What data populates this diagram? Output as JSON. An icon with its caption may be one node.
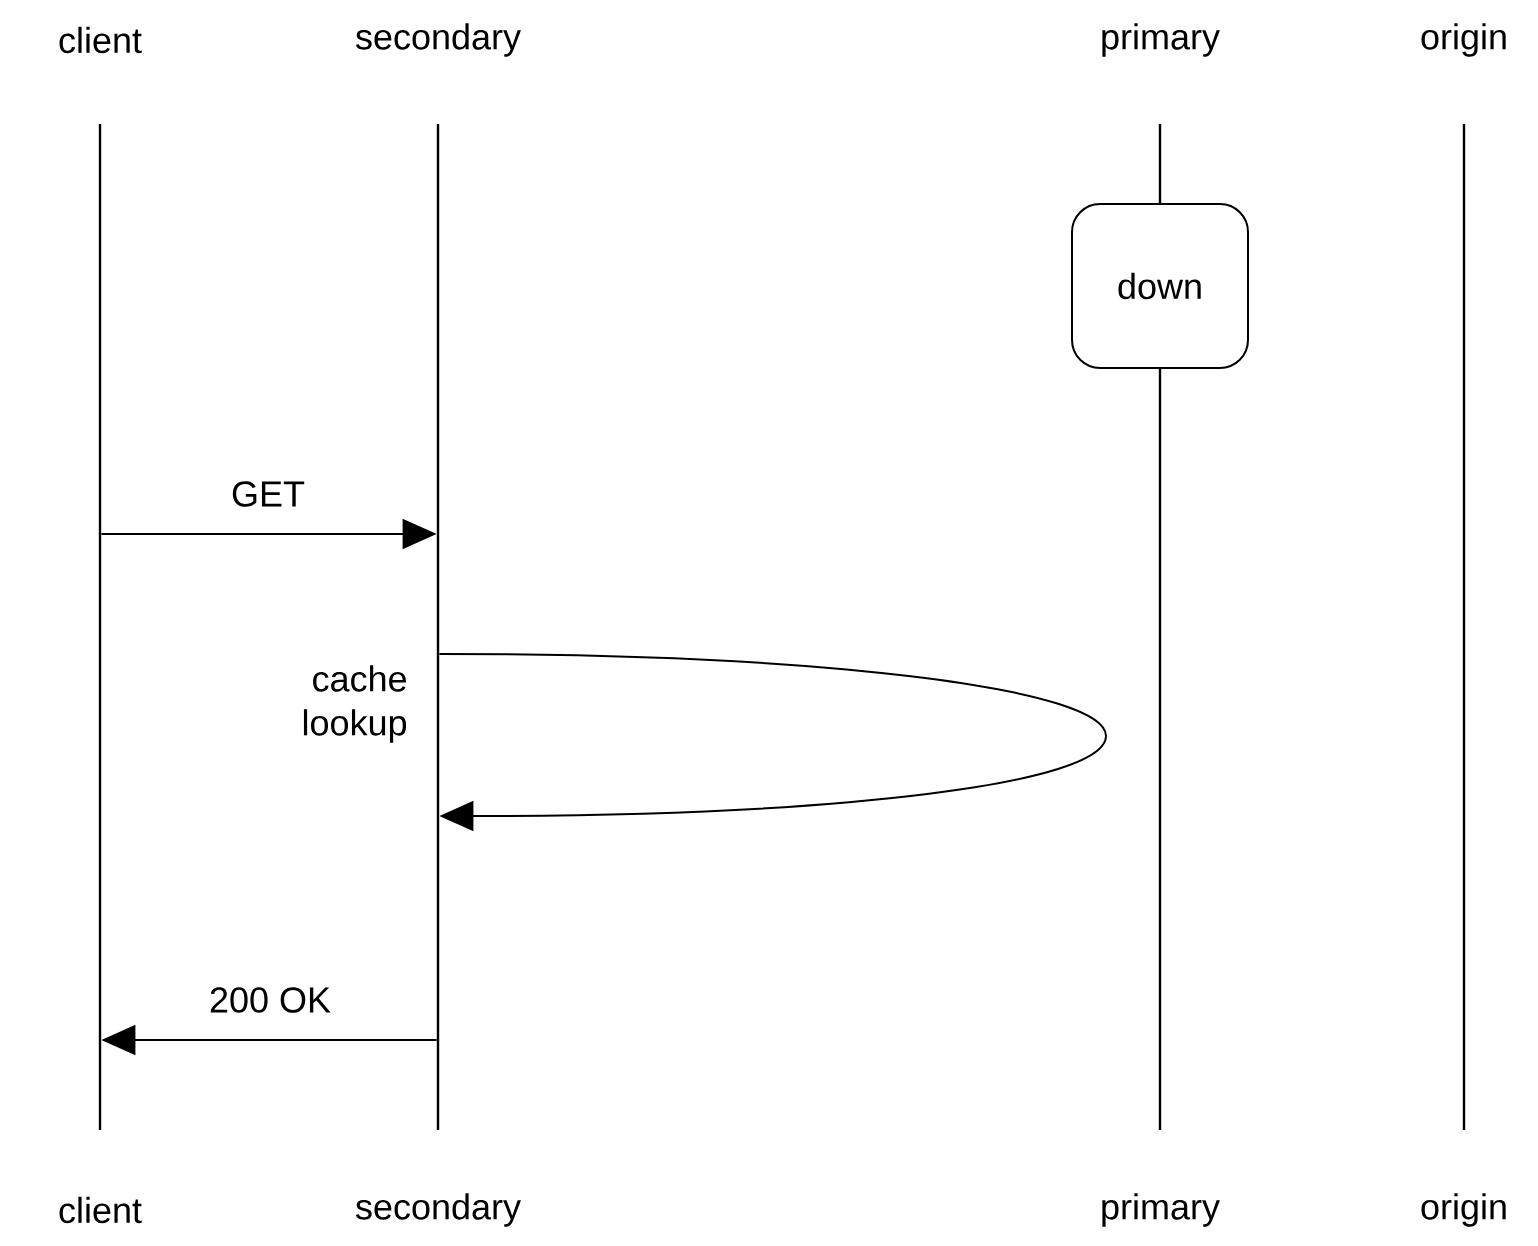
{
  "diagram": {
    "nodes": [
      {
        "text": [
          "client",
          "client"
        ]
      },
      {
        "text": [
          "secondary",
          "secondary"
        ]
      },
      {
        "text": [
          "primary",
          "primary"
        ]
      },
      {
        "text": [
          "origin",
          "origin"
        ]
      },
      {
        "text": [
          "down"
        ]
      }
    ],
    "edges": [
      {
        "from": 0,
        "to": 1,
        "arrow": "to",
        "label": "GET"
      },
      {
        "from": 1,
        "to": 1,
        "arrow": "to",
        "label": "cache lookup"
      },
      {
        "from": 1,
        "to": 0,
        "arrow": "to",
        "label": "200 OK"
      }
    ]
  }
}
